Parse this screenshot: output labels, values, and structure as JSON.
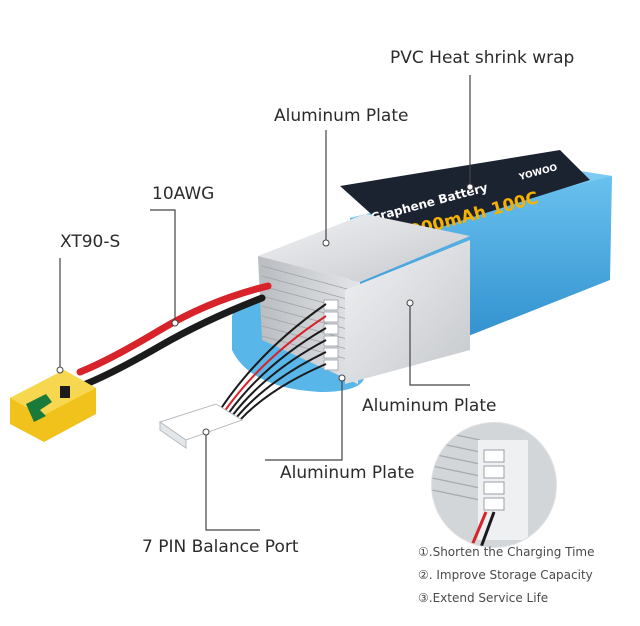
{
  "callouts": {
    "pvc": "PVC Heat shrink wrap",
    "aluminum_top": "Aluminum Plate",
    "awg": "10AWG",
    "connector": "XT90-S",
    "aluminum_right": "Aluminum Plate",
    "aluminum_bottom": "Aluminum Plate",
    "balance": "7 PIN Balance Port"
  },
  "benefits": [
    "①.Shorten the Charging Time",
    "②. Improve Storage Capacity",
    "③.Extend Service Life"
  ],
  "battery": {
    "label_line1": "Graphene Battery",
    "label_line2": "5000mAh 100C",
    "brand": "YOWOO"
  },
  "colors": {
    "wrap": "#3da7e0",
    "wrap_dark": "#2f8fcd",
    "plate": "#d7d9dc",
    "connector": "#f1c21b",
    "wire_red": "#d8232a"
  }
}
